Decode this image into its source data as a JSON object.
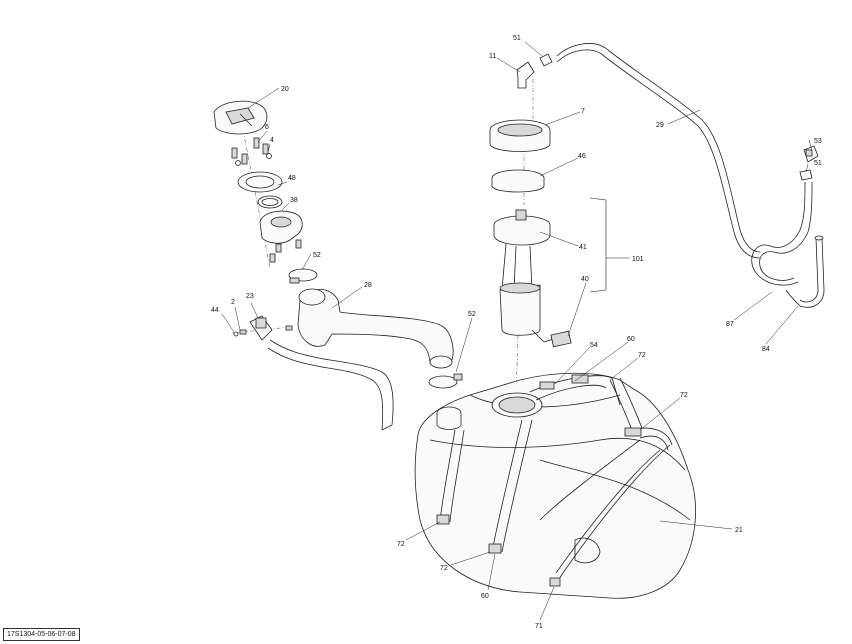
{
  "reference_code": "17S1304-05-06-07-08",
  "callouts": [
    {
      "id": "p20",
      "label": "20"
    },
    {
      "id": "p6",
      "label": "6"
    },
    {
      "id": "p4",
      "label": "4"
    },
    {
      "id": "p48",
      "label": "48"
    },
    {
      "id": "p38",
      "label": "38"
    },
    {
      "id": "p52a",
      "label": "52"
    },
    {
      "id": "p28",
      "label": "28"
    },
    {
      "id": "p23",
      "label": "23"
    },
    {
      "id": "p2",
      "label": "2"
    },
    {
      "id": "p44",
      "label": "44"
    },
    {
      "id": "p52b",
      "label": "52"
    },
    {
      "id": "p51a",
      "label": "51"
    },
    {
      "id": "p11",
      "label": "11"
    },
    {
      "id": "p7",
      "label": "7"
    },
    {
      "id": "p46",
      "label": "46"
    },
    {
      "id": "p41",
      "label": "41"
    },
    {
      "id": "p101",
      "label": "101"
    },
    {
      "id": "p40",
      "label": "40"
    },
    {
      "id": "p54",
      "label": "54"
    },
    {
      "id": "p60a",
      "label": "60"
    },
    {
      "id": "p72a",
      "label": "72"
    },
    {
      "id": "p72b",
      "label": "72"
    },
    {
      "id": "p29",
      "label": "29"
    },
    {
      "id": "p53",
      "label": "53"
    },
    {
      "id": "p51b",
      "label": "51"
    },
    {
      "id": "p87",
      "label": "87"
    },
    {
      "id": "p84",
      "label": "84"
    },
    {
      "id": "p21",
      "label": "21"
    },
    {
      "id": "p72c",
      "label": "72"
    },
    {
      "id": "p72d",
      "label": "72"
    },
    {
      "id": "p60b",
      "label": "60"
    },
    {
      "id": "p71",
      "label": "71"
    }
  ]
}
